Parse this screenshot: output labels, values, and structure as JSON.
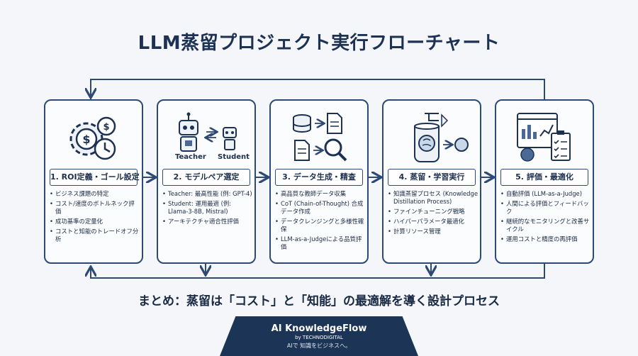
{
  "title": "LLM蒸留プロジェクト実行フローチャート",
  "steps": [
    {
      "title": "1. ROI定義・ゴール設定",
      "icon": "gear-dollar-clock-icon",
      "bullets": [
        "ビジネス課題の特定",
        "コスト/速度のボトルネック評価",
        "成功基準の定量化",
        "コストと知能のトレードオフ分析"
      ]
    },
    {
      "title": "2. モデルペア選定",
      "icon": "teacher-student-robots-icon",
      "teacher_label": "Teacher",
      "student_label": "Student",
      "bullets": [
        "Teacher: 最高性能 (例: GPT-4)",
        "Student: 運用最適 (例: Llama-3-8B, Mistral)",
        "アーキテクチャ適合性評価"
      ]
    },
    {
      "title": "3. データ生成・精査",
      "icon": "database-documents-search-icon",
      "bullets": [
        "高品質な教師データ収集",
        "CoT (Chain-of-Thought) 合成データ作成",
        "データクレンジングと多様性確保",
        "LLM-as-a-Judgeによる品質評価"
      ]
    },
    {
      "title": "4. 蒸留・学習実行",
      "icon": "brain-flask-icon",
      "bullets": [
        "知識蒸留プロセス (Knowledge Distillation Process)",
        "ファインチューニング戦略",
        "ハイパーパラメータ最適化",
        "計算リソース管理"
      ]
    },
    {
      "title": "5. 評価・最適化",
      "icon": "dashboard-checklist-icon",
      "bullets": [
        "自動評価 (LLM-as-a-Judge)",
        "人間による評価とフィードバック",
        "継続的なモニタリングと改善サイクル",
        "運用コストと精度の再評価"
      ]
    }
  ],
  "summary": "まとめ：蒸留は「コスト」と「知能」の最適解を導く設計プロセス",
  "footer": {
    "brand": "AI KnowledgeFlow",
    "by": "by TECHNODIGITAL",
    "tagline": "AIで 知識をビジネスへ。"
  },
  "colors": {
    "primary": "#1d3153",
    "accent": "#2c4a73",
    "background": "#f4f6f9"
  }
}
